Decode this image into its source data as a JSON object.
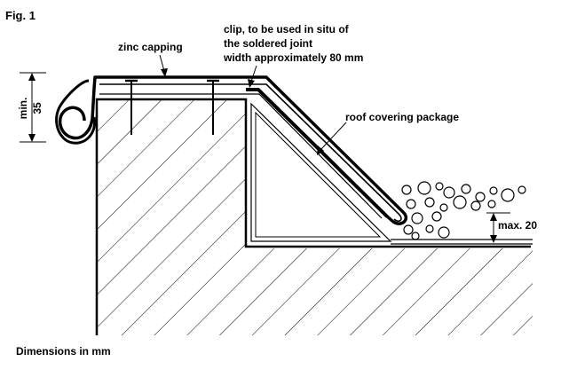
{
  "figure": {
    "title": "Fig. 1",
    "footer": "Dimensions in mm"
  },
  "labels": {
    "zinc_capping": "zinc capping",
    "clip_line1": "clip, to be used in situ of",
    "clip_line2": "the soldered joint",
    "clip_line3": "width approximately 80 mm",
    "roof_package": "roof covering package",
    "dim_min": "min.",
    "dim_35": "35",
    "dim_max20": "max. 20"
  }
}
